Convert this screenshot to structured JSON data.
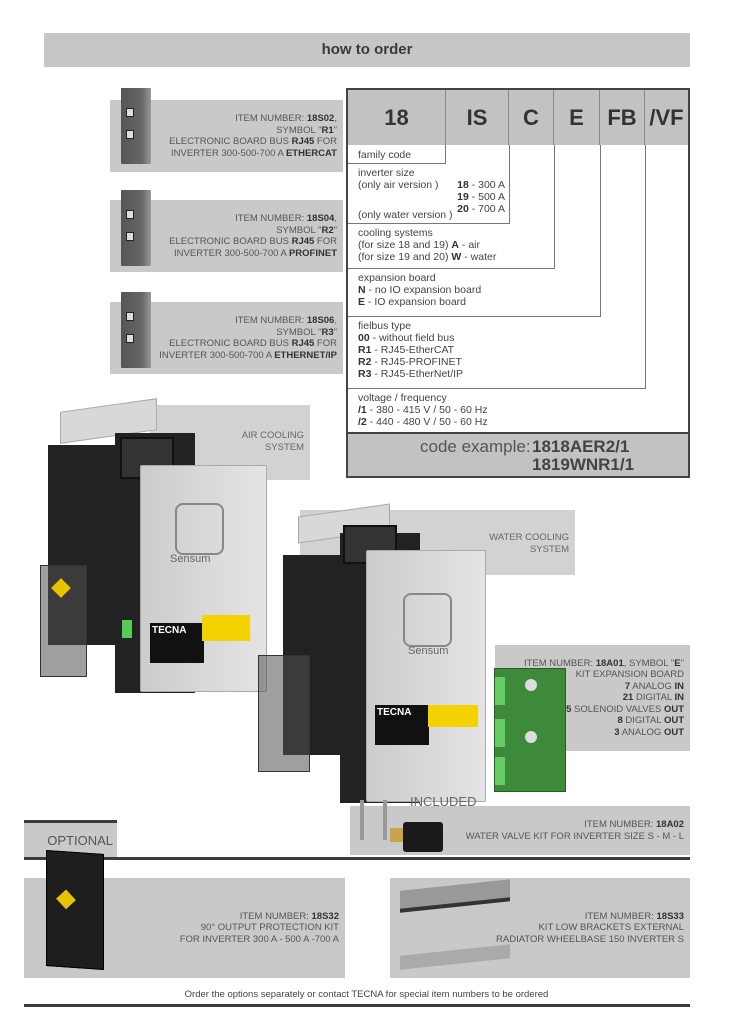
{
  "header": {
    "title": "how to order"
  },
  "boards": [
    {
      "lines": [
        [
          {
            "t": "ITEM NUMBER: "
          },
          {
            "t": "18S02",
            "b": true
          },
          {
            "t": ","
          }
        ],
        [
          {
            "t": "SYMBOL \""
          },
          {
            "t": "R1",
            "b": true
          },
          {
            "t": "\""
          }
        ],
        [
          {
            "t": "ELECTRONIC BOARD BUS "
          },
          {
            "t": "RJ45",
            "b": true
          },
          {
            "t": " FOR"
          }
        ],
        [
          {
            "t": "INVERTER 300-500-700 A "
          },
          {
            "t": "ETHERCAT",
            "b": true
          }
        ]
      ]
    },
    {
      "lines": [
        [
          {
            "t": "ITEM NUMBER: "
          },
          {
            "t": "18S04",
            "b": true
          },
          {
            "t": ","
          }
        ],
        [
          {
            "t": "SYMBOL \""
          },
          {
            "t": "R2",
            "b": true
          },
          {
            "t": "\""
          }
        ],
        [
          {
            "t": "ELECTRONIC BOARD BUS "
          },
          {
            "t": "RJ45",
            "b": true
          },
          {
            "t": " FOR"
          }
        ],
        [
          {
            "t": "INVERTER 300-500-700 A "
          },
          {
            "t": "PROFINET",
            "b": true
          }
        ]
      ]
    },
    {
      "lines": [
        [
          {
            "t": "ITEM NUMBER: "
          },
          {
            "t": "18S06",
            "b": true
          },
          {
            "t": ","
          }
        ],
        [
          {
            "t": "SYMBOL \""
          },
          {
            "t": "R3",
            "b": true
          },
          {
            "t": "\""
          }
        ],
        [
          {
            "t": "ELECTRONIC BOARD BUS "
          },
          {
            "t": "RJ45",
            "b": true
          },
          {
            "t": " FOR"
          }
        ],
        [
          {
            "t": "INVERTER 300-500-700 A "
          },
          {
            "t": "ETHERNET/IP",
            "b": true
          }
        ]
      ]
    }
  ],
  "code_table": {
    "columns": [
      "18",
      "IS",
      "C",
      "E",
      "FB",
      "/VF"
    ],
    "family": {
      "lines": [
        [
          {
            "t": "family code"
          }
        ]
      ]
    },
    "inverter": {
      "title": "inverter size",
      "air_note": "(only air version )",
      "water_note": "(only water version )",
      "sizes": [
        [
          {
            "t": "18",
            "b": true
          },
          {
            "t": " - 300 A"
          }
        ],
        [
          {
            "t": "19",
            "b": true
          },
          {
            "t": " - 500 A"
          }
        ],
        [
          {
            "t": "20",
            "b": true
          },
          {
            "t": " - 700 A"
          }
        ]
      ]
    },
    "cooling": {
      "lines": [
        [
          {
            "t": "cooling systems"
          }
        ],
        [
          {
            "t": "(for size 18 and 19) "
          },
          {
            "t": "A",
            "b": true
          },
          {
            "t": " - air"
          }
        ],
        [
          {
            "t": "(for size 19 and 20) "
          },
          {
            "t": "W",
            "b": true
          },
          {
            "t": " - water"
          }
        ]
      ]
    },
    "expansion": {
      "lines": [
        [
          {
            "t": "expansion board"
          }
        ],
        [
          {
            "t": "N",
            "b": true
          },
          {
            "t": " - no IO expansion board"
          }
        ],
        [
          {
            "t": "E",
            "b": true
          },
          {
            "t": " - IO expansion board"
          }
        ]
      ]
    },
    "fieldbus": {
      "lines": [
        [
          {
            "t": "fielbus type"
          }
        ],
        [
          {
            "t": "00",
            "b": true
          },
          {
            "t": " - without field bus"
          }
        ],
        [
          {
            "t": "R1",
            "b": true
          },
          {
            "t": " - RJ45-EtherCAT"
          }
        ],
        [
          {
            "t": "R2",
            "b": true
          },
          {
            "t": " - RJ45-PROFINET"
          }
        ],
        [
          {
            "t": "R3",
            "b": true
          },
          {
            "t": " - RJ45-EtherNet/IP"
          }
        ]
      ]
    },
    "voltage": {
      "lines": [
        [
          {
            "t": "voltage / frequency"
          }
        ],
        [
          {
            "t": "/1",
            "b": true
          },
          {
            "t": " - 380 - 415 V / 50 - 60 Hz"
          }
        ],
        [
          {
            "t": "/2",
            "b": true
          },
          {
            "t": " - 440 - 480 V / 50 - 60 Hz"
          }
        ]
      ]
    },
    "example_label": "code example:",
    "example_1": "1818AER2/1",
    "example_2": "1819WNR1/1"
  },
  "air_cooling": {
    "line1": "AIR COOLING",
    "line2": "SYSTEM"
  },
  "water_cooling": {
    "line1": "WATER COOLING",
    "line2": "SYSTEM"
  },
  "device": {
    "brand": "Sensum",
    "maker": "TECNA"
  },
  "expansion_kit": {
    "lines": [
      [
        {
          "t": "ITEM NUMBER: "
        },
        {
          "t": "18A01",
          "b": true
        },
        {
          "t": ", SYMBOL \""
        },
        {
          "t": "E",
          "b": true
        },
        {
          "t": "\""
        }
      ],
      [
        {
          "t": "KIT EXPANSION BOARD"
        }
      ],
      [
        {
          "t": "7",
          "b": true
        },
        {
          "t": " ANALOG "
        },
        {
          "t": "IN",
          "b": true
        }
      ],
      [
        {
          "t": "21",
          "b": true
        },
        {
          "t": " DIGITAL "
        },
        {
          "t": "IN",
          "b": true
        }
      ],
      [
        {
          "t": "5",
          "b": true
        },
        {
          "t": " SOLENOID VALVES "
        },
        {
          "t": "OUT",
          "b": true
        }
      ],
      [
        {
          "t": "8",
          "b": true
        },
        {
          "t": " DIGITAL "
        },
        {
          "t": "OUT",
          "b": true
        }
      ],
      [
        {
          "t": "3",
          "b": true
        },
        {
          "t": " ANALOG "
        },
        {
          "t": "OUT",
          "b": true
        }
      ]
    ]
  },
  "included": {
    "label": "INCLUDED",
    "lines": [
      [
        {
          "t": "ITEM NUMBER: "
        },
        {
          "t": "18A02",
          "b": true
        }
      ],
      [
        {
          "t": "WATER VALVE KIT FOR INVERTER SIZE S - M - L"
        }
      ]
    ]
  },
  "optional": {
    "label": "OPTIONAL"
  },
  "protection_kit": {
    "lines": [
      [
        {
          "t": "ITEM NUMBER: "
        },
        {
          "t": "18S32",
          "b": true
        }
      ],
      [
        {
          "t": "90° OUTPUT PROTECTION KIT"
        }
      ],
      [
        {
          "t": "FOR INVERTER 300 A - 500 A -700 A"
        }
      ]
    ]
  },
  "brackets_kit": {
    "lines": [
      [
        {
          "t": "ITEM NUMBER: "
        },
        {
          "t": "18S33",
          "b": true
        }
      ],
      [
        {
          "t": "KIT LOW BRACKETS EXTERNAL"
        }
      ],
      [
        {
          "t": "RADIATOR WHEELBASE 150 INVERTER S"
        }
      ]
    ]
  },
  "footer": {
    "note": "Order the options separately or contact TECNA for special item numbers to be ordered"
  }
}
